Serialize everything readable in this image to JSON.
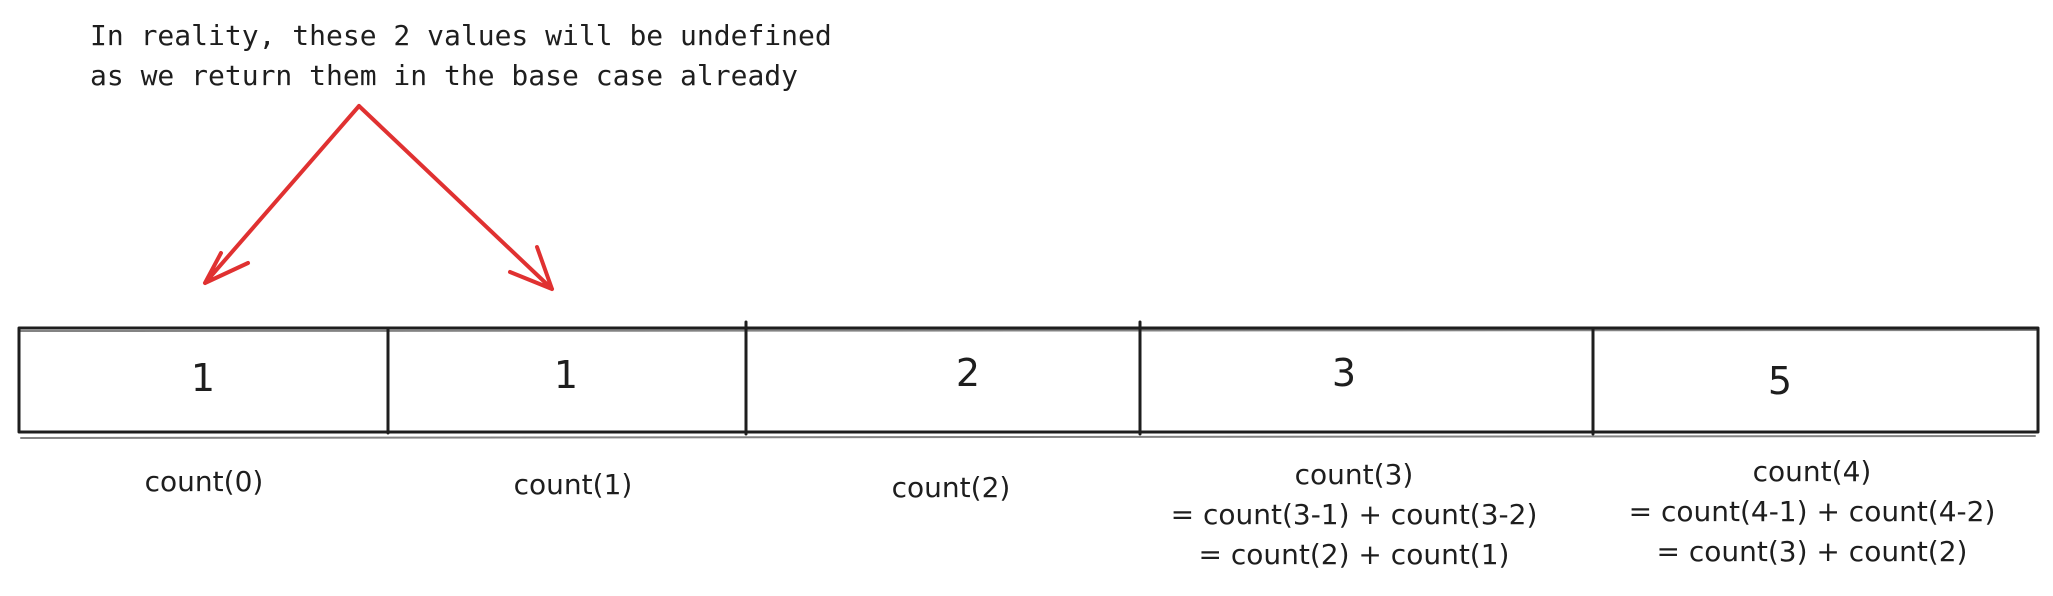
{
  "annotation": {
    "lines": [
      "In reality, these 2 values will be undefined",
      "as we return them in the base case already"
    ],
    "arrow_color": "#e03131"
  },
  "cells": [
    {
      "value": "1",
      "label": [
        "count(0)"
      ]
    },
    {
      "value": "1",
      "label": [
        "count(1)"
      ]
    },
    {
      "value": "2",
      "label": [
        "count(2)"
      ]
    },
    {
      "value": "3",
      "label": [
        "count(3)",
        "= count(3-1) + count(3-2)",
        "= count(2) + count(1)"
      ]
    },
    {
      "value": "5",
      "label": [
        "count(4)",
        "= count(4-1) + count(4-2)",
        "= count(3) + count(2)"
      ]
    }
  ],
  "stroke_color": "#1e1e1e"
}
